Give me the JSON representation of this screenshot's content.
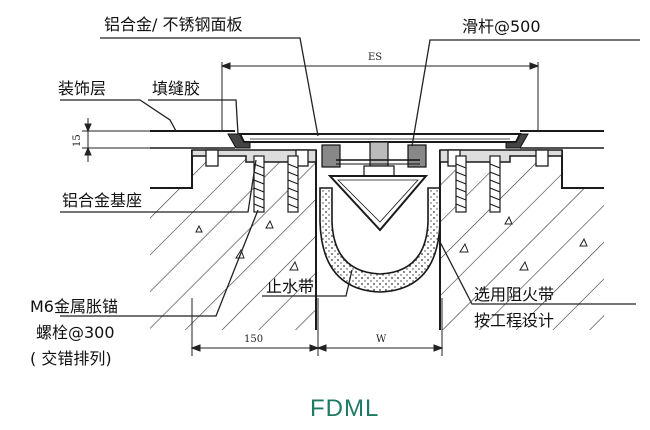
{
  "diagram": {
    "labels": {
      "top_plate": "铝合金/ 不锈钢面板",
      "slide_rod": "滑杆@500",
      "es_dim": "ES",
      "finish_layer": "装饰层",
      "sealant": "填缝胶",
      "thickness_dim": "15",
      "base_seat": "铝合金基座",
      "anchor_line1": "M6金属胀锚",
      "anchor_line2": "螺栓@300",
      "anchor_line3": "( 交错排列)",
      "waterstop": "止水带",
      "fire_line1": "选用阻火带",
      "fire_line2": "按工程设计",
      "dim_150": "150",
      "dim_w": "W"
    },
    "caption": "FDML",
    "colors": {
      "line": "#1a1a1a",
      "caption": "#1e7a63",
      "concrete_fill": "#ffffff"
    }
  }
}
